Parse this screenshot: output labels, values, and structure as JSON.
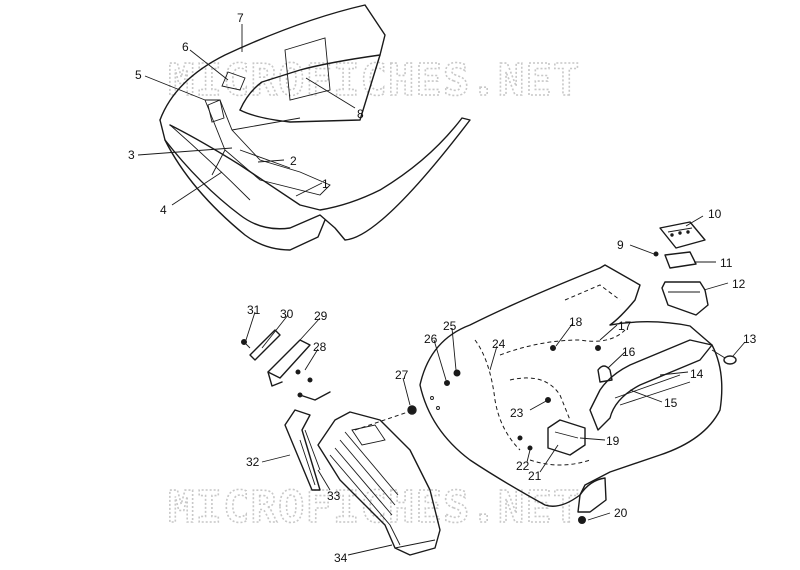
{
  "watermark_text": "MICROFICHES.NET",
  "callouts": [
    {
      "id": "1",
      "label": "1"
    },
    {
      "id": "2",
      "label": "2"
    },
    {
      "id": "3",
      "label": "3"
    },
    {
      "id": "4",
      "label": "4"
    },
    {
      "id": "5",
      "label": "5"
    },
    {
      "id": "6",
      "label": "6"
    },
    {
      "id": "7",
      "label": "7"
    },
    {
      "id": "8",
      "label": "8"
    },
    {
      "id": "9",
      "label": "9"
    },
    {
      "id": "10",
      "label": "10"
    },
    {
      "id": "11",
      "label": "11"
    },
    {
      "id": "12",
      "label": "12"
    },
    {
      "id": "13",
      "label": "13"
    },
    {
      "id": "14",
      "label": "14"
    },
    {
      "id": "15",
      "label": "15"
    },
    {
      "id": "16",
      "label": "16"
    },
    {
      "id": "17",
      "label": "17"
    },
    {
      "id": "18",
      "label": "18"
    },
    {
      "id": "19",
      "label": "19"
    },
    {
      "id": "20",
      "label": "20"
    },
    {
      "id": "21",
      "label": "21"
    },
    {
      "id": "22",
      "label": "22"
    },
    {
      "id": "23",
      "label": "23"
    },
    {
      "id": "24",
      "label": "24"
    },
    {
      "id": "25",
      "label": "25"
    },
    {
      "id": "26",
      "label": "26"
    },
    {
      "id": "27",
      "label": "27"
    },
    {
      "id": "28",
      "label": "28"
    },
    {
      "id": "29",
      "label": "29"
    },
    {
      "id": "30",
      "label": "30"
    },
    {
      "id": "31",
      "label": "31"
    },
    {
      "id": "32",
      "label": "32"
    },
    {
      "id": "33",
      "label": "33"
    },
    {
      "id": "34",
      "label": "34"
    }
  ]
}
